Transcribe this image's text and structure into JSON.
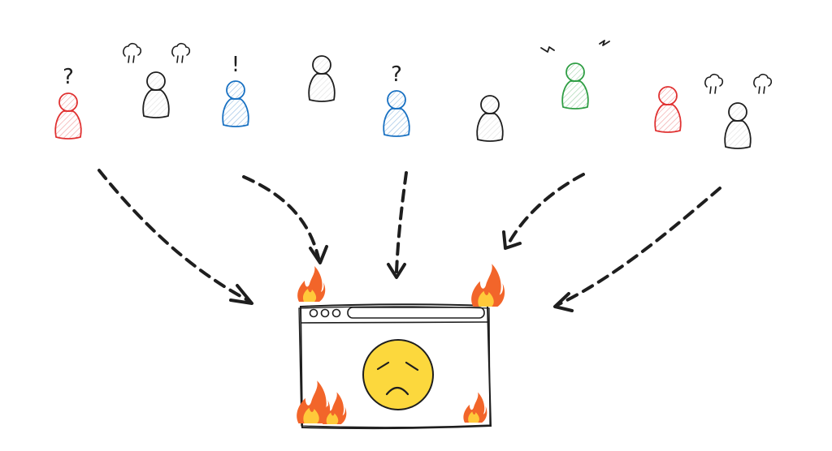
{
  "colors": {
    "red": "#e03131",
    "black": "#1e1e1e",
    "blue": "#1971c2",
    "green": "#2f9e44",
    "emoji": "#fcd83d",
    "flame_outer": "#f2652a",
    "flame_inner": "#ffc93a"
  },
  "people": [
    {
      "color": "red",
      "mood": "confused",
      "mark": "?"
    },
    {
      "color": "black",
      "mood": "angry"
    },
    {
      "color": "blue",
      "mood": "surprised",
      "mark": "!"
    },
    {
      "color": "black",
      "mood": "neutral"
    },
    {
      "color": "blue",
      "mood": "confused",
      "mark": "?"
    },
    {
      "color": "black",
      "mood": "neutral"
    },
    {
      "color": "green",
      "mood": "frustrated",
      "mark": "ϟ"
    },
    {
      "color": "red",
      "mood": "neutral"
    },
    {
      "color": "black",
      "mood": "angry"
    }
  ],
  "browser": {
    "face": "frowning-face-icon",
    "fire": "fire-icon"
  }
}
